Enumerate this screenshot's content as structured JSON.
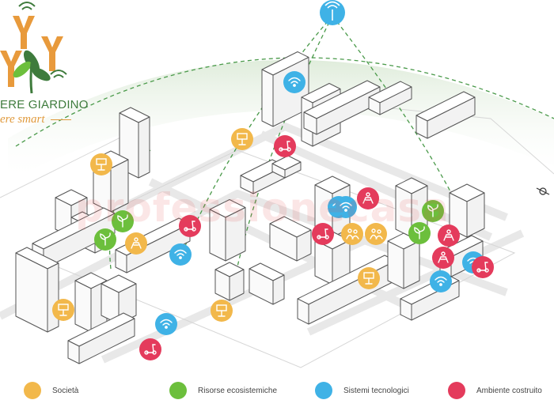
{
  "logo": {
    "title": "ERE GIARDINO",
    "tagline": "ere smart"
  },
  "watermark": "professionecasa",
  "colors": {
    "societa": "#f2b84b",
    "risorse_ecosistemiche": "#6cbf3c",
    "sistemi_tecnologici": "#3fb2e6",
    "ambiente_costruito": "#e43b5c",
    "building_stroke": "#555555",
    "wifi_arc": "#4a9a4a"
  },
  "legend": [
    {
      "key": "societa",
      "label": "Società",
      "color": "#f2b84b"
    },
    {
      "key": "risorse_ecosistemiche",
      "label": "Risorse ecosistemiche",
      "color": "#6cbf3c"
    },
    {
      "key": "sistemi_tecnologici",
      "label": "Sistemi tecnologici",
      "color": "#3fb2e6"
    },
    {
      "key": "ambiente_costruito",
      "label": "Ambiente costruito",
      "color": "#e43b5c"
    }
  ],
  "markers": [
    {
      "category": "sistemi_tecnologici",
      "icon": "wifi-icon"
    },
    {
      "category": "sistemi_tecnologici",
      "icon": "wifi-icon"
    },
    {
      "category": "sistemi_tecnologici",
      "icon": "wifi-icon"
    },
    {
      "category": "sistemi_tecnologici",
      "icon": "wifi-icon"
    },
    {
      "category": "sistemi_tecnologici",
      "icon": "wifi-icon"
    },
    {
      "category": "sistemi_tecnologici",
      "icon": "wifi-icon"
    },
    {
      "category": "sistemi_tecnologici",
      "icon": "wifi-icon"
    },
    {
      "category": "societa",
      "icon": "solar-panel-icon"
    },
    {
      "category": "societa",
      "icon": "solar-panel-icon"
    },
    {
      "category": "societa",
      "icon": "solar-panel-icon"
    },
    {
      "category": "societa",
      "icon": "solar-panel-icon"
    },
    {
      "category": "societa",
      "icon": "solar-panel-icon"
    },
    {
      "category": "societa",
      "icon": "people-icon"
    },
    {
      "category": "societa",
      "icon": "people-icon"
    },
    {
      "category": "societa",
      "icon": "community-icon"
    },
    {
      "category": "ambiente_costruito",
      "icon": "scooter-icon"
    },
    {
      "category": "ambiente_costruito",
      "icon": "scooter-icon"
    },
    {
      "category": "ambiente_costruito",
      "icon": "scooter-icon"
    },
    {
      "category": "ambiente_costruito",
      "icon": "scooter-icon"
    },
    {
      "category": "ambiente_costruito",
      "icon": "scooter-icon"
    },
    {
      "category": "ambiente_costruito",
      "icon": "community-icon"
    },
    {
      "category": "ambiente_costruito",
      "icon": "community-icon"
    },
    {
      "category": "ambiente_costruito",
      "icon": "community-icon"
    },
    {
      "category": "risorse_ecosistemiche",
      "icon": "plant-icon"
    },
    {
      "category": "risorse_ecosistemiche",
      "icon": "plant-icon"
    },
    {
      "category": "risorse_ecosistemiche",
      "icon": "plant-icon"
    },
    {
      "category": "risorse_ecosistemiche",
      "icon": "plant-icon"
    }
  ]
}
